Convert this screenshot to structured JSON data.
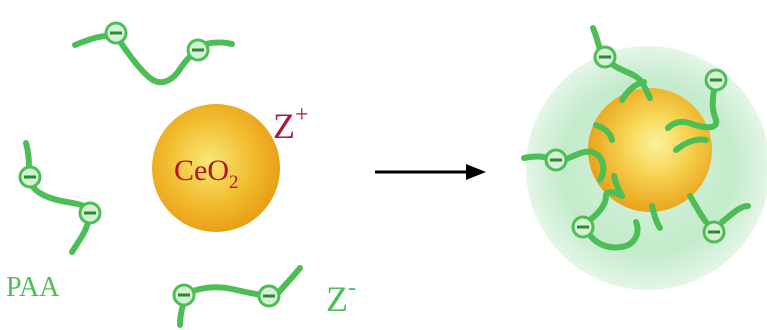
{
  "labels": {
    "core": "CeO",
    "core_sub": "2",
    "z_plus": "Z",
    "z_plus_sup": "+",
    "z_minus": "Z",
    "z_minus_sup": "-",
    "polymer": "PAA",
    "minus_sign": "−"
  },
  "colors": {
    "polymer": "#4dbe55",
    "charge_fill": "#d4f1d5",
    "core_outer": "#eea61a",
    "core_inner": "#f8e26b",
    "halo": "#c2ebcc",
    "z_plus": "#a8184a",
    "arrow": "#000000"
  },
  "icons": [
    "right-arrow-icon",
    "negative-charge-icon"
  ]
}
